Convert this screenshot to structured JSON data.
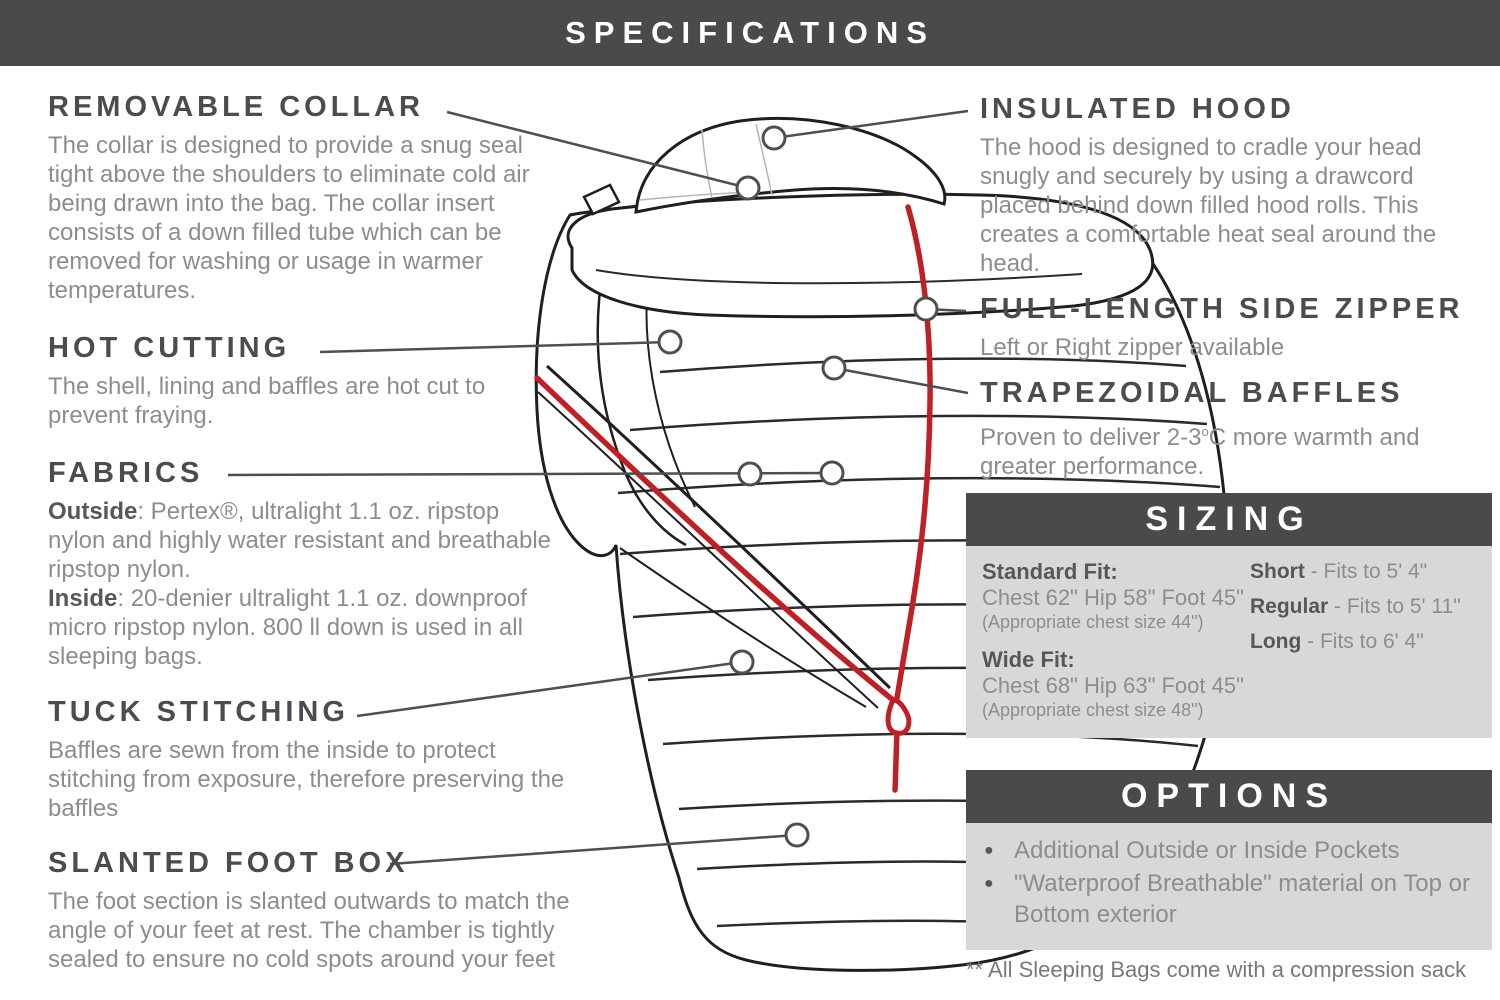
{
  "title": "SPECIFICATIONS",
  "colors": {
    "header_bar": "#4a4a4a",
    "panel_header": "#4a4a4b",
    "panel_bg": "#d8d8d8",
    "accent_red": "#bf2026",
    "heading_text": "#4b4c4f",
    "body_text": "#8b8d90"
  },
  "left_features": {
    "removable_collar": {
      "heading": "REMOVABLE COLLAR",
      "body": "The collar is designed to provide a snug seal tight above the shoulders to eliminate cold air being drawn into the bag.  The collar insert consists of a down filled tube which can be removed for washing or usage in warmer temperatures."
    },
    "hot_cutting": {
      "heading": "HOT CUTTING",
      "body": "The shell, lining and baffles are hot cut to prevent fraying."
    },
    "fabrics": {
      "heading": "FABRICS",
      "outside_label": "Outside",
      "outside_text": ": Pertex®, ultralight 1.1 oz. ripstop nylon and highly water resistant and breathable ripstop nylon.",
      "inside_label": "Inside",
      "inside_text": ": 20-denier ultralight 1.1 oz. downproof micro ripstop nylon. 800 ll down is used in all sleeping bags."
    },
    "tuck_stitching": {
      "heading": "TUCK STITCHING",
      "body": "Baffles are sewn from the inside to protect stitching from exposure, therefore preserving the baffles"
    },
    "slanted_foot_box": {
      "heading": "SLANTED FOOT BOX",
      "body": "The foot section is slanted outwards to match the angle of your feet at rest.  The chamber is tightly sealed to ensure no cold spots around your feet"
    }
  },
  "right_features": {
    "insulated_hood": {
      "heading": "INSULATED HOOD",
      "body": "The hood is designed to cradle your head snugly and securely by using a drawcord placed behind down filled hood rolls. This creates a comfortable heat seal around the head."
    },
    "side_zipper": {
      "heading": "FULL-LENGTH SIDE ZIPPER",
      "body": "Left or Right zipper available"
    },
    "trapezoidal_baffles": {
      "heading": "TRAPEZOIDAL BAFFLES",
      "body_pre": "Proven to deliver 2-3",
      "body_sup": "o",
      "body_post": "C more warmth and greater performance."
    }
  },
  "sizing": {
    "title": "SIZING",
    "fits": [
      {
        "label": "Standard Fit:",
        "dims": "Chest 62\" Hip 58\" Foot 45\"",
        "note": "(Appropriate chest size 44\")"
      },
      {
        "label": "Wide Fit:",
        "dims": "Chest 68\" Hip 63\" Foot 45\"",
        "note": "(Appropriate chest size 48\")"
      }
    ],
    "lengths": [
      {
        "label": "Short",
        "value": "- Fits to 5' 4\""
      },
      {
        "label": "Regular",
        "value": "- Fits to 5' 11\""
      },
      {
        "label": "Long",
        "value": "- Fits to 6' 4\""
      }
    ]
  },
  "options": {
    "title": "OPTIONS",
    "bullet": "●",
    "items": [
      "Additional Outside or Inside Pockets",
      "\"Waterproof Breathable\" material on Top or Bottom exterior"
    ]
  },
  "footnote": "** All Sleeping Bags come with a compression sack"
}
